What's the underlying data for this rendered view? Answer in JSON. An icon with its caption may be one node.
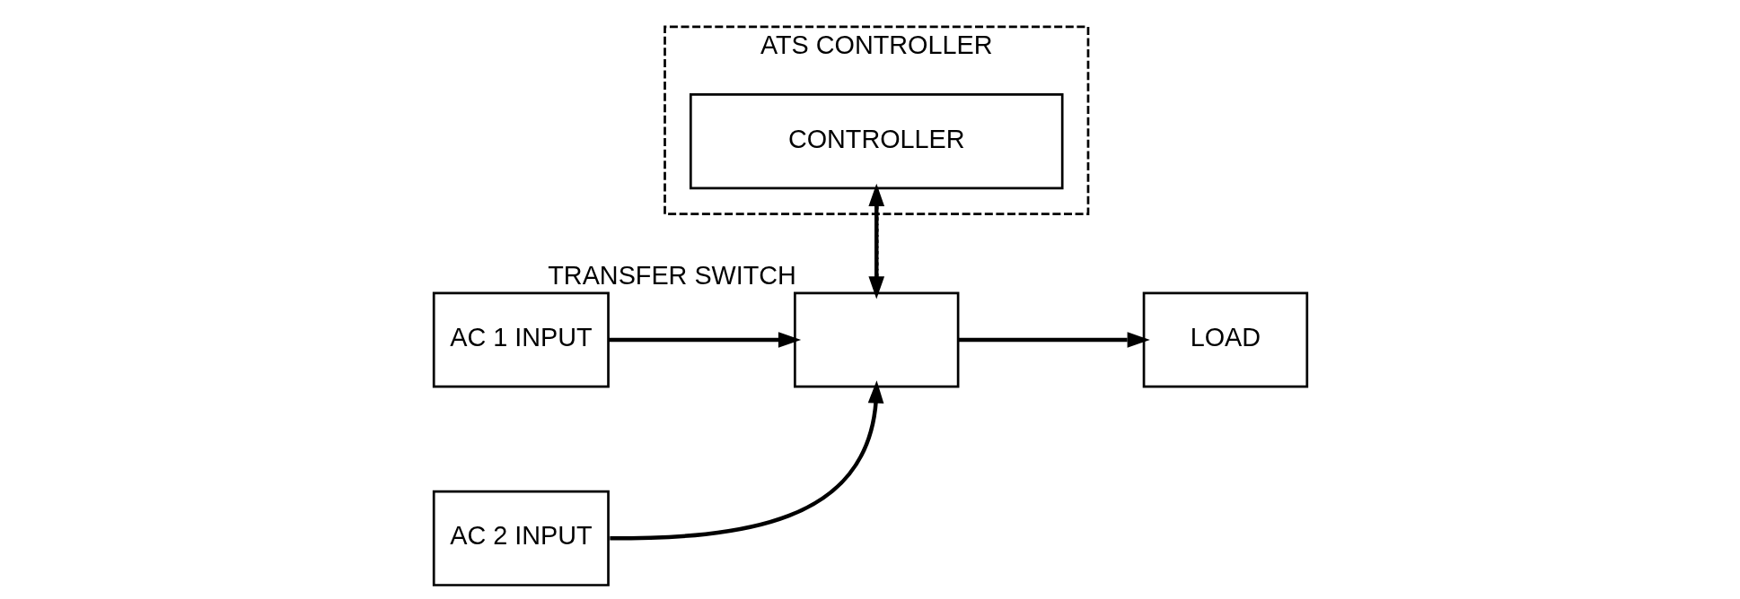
{
  "diagram": {
    "nodes": [
      {
        "text": [
          "ATS CONTROLLER"
        ]
      },
      {
        "text": [
          "CONTROLLER"
        ],
        "in": 0
      },
      {
        "text": [
          "AC 1 INPUT"
        ]
      },
      {
        "text": [
          "AC 2 INPUT"
        ]
      },
      {
        "text": [],
        "shape": "box",
        "beside": [
          "TRANSFER SWITCH"
        ]
      },
      {
        "text": [
          "LOAD"
        ]
      }
    ],
    "edges": [
      {
        "from": 1,
        "to": 4,
        "arrow": "to",
        "style": "dashed"
      },
      {
        "from": 4,
        "to": 1,
        "arrow": "to",
        "style": "dashed"
      },
      {
        "from": 2,
        "to": 4,
        "arrow": "to"
      },
      {
        "from": 3,
        "to": 4,
        "arrow": "to"
      },
      {
        "from": 4,
        "to": 5,
        "arrow": "to"
      }
    ]
  }
}
